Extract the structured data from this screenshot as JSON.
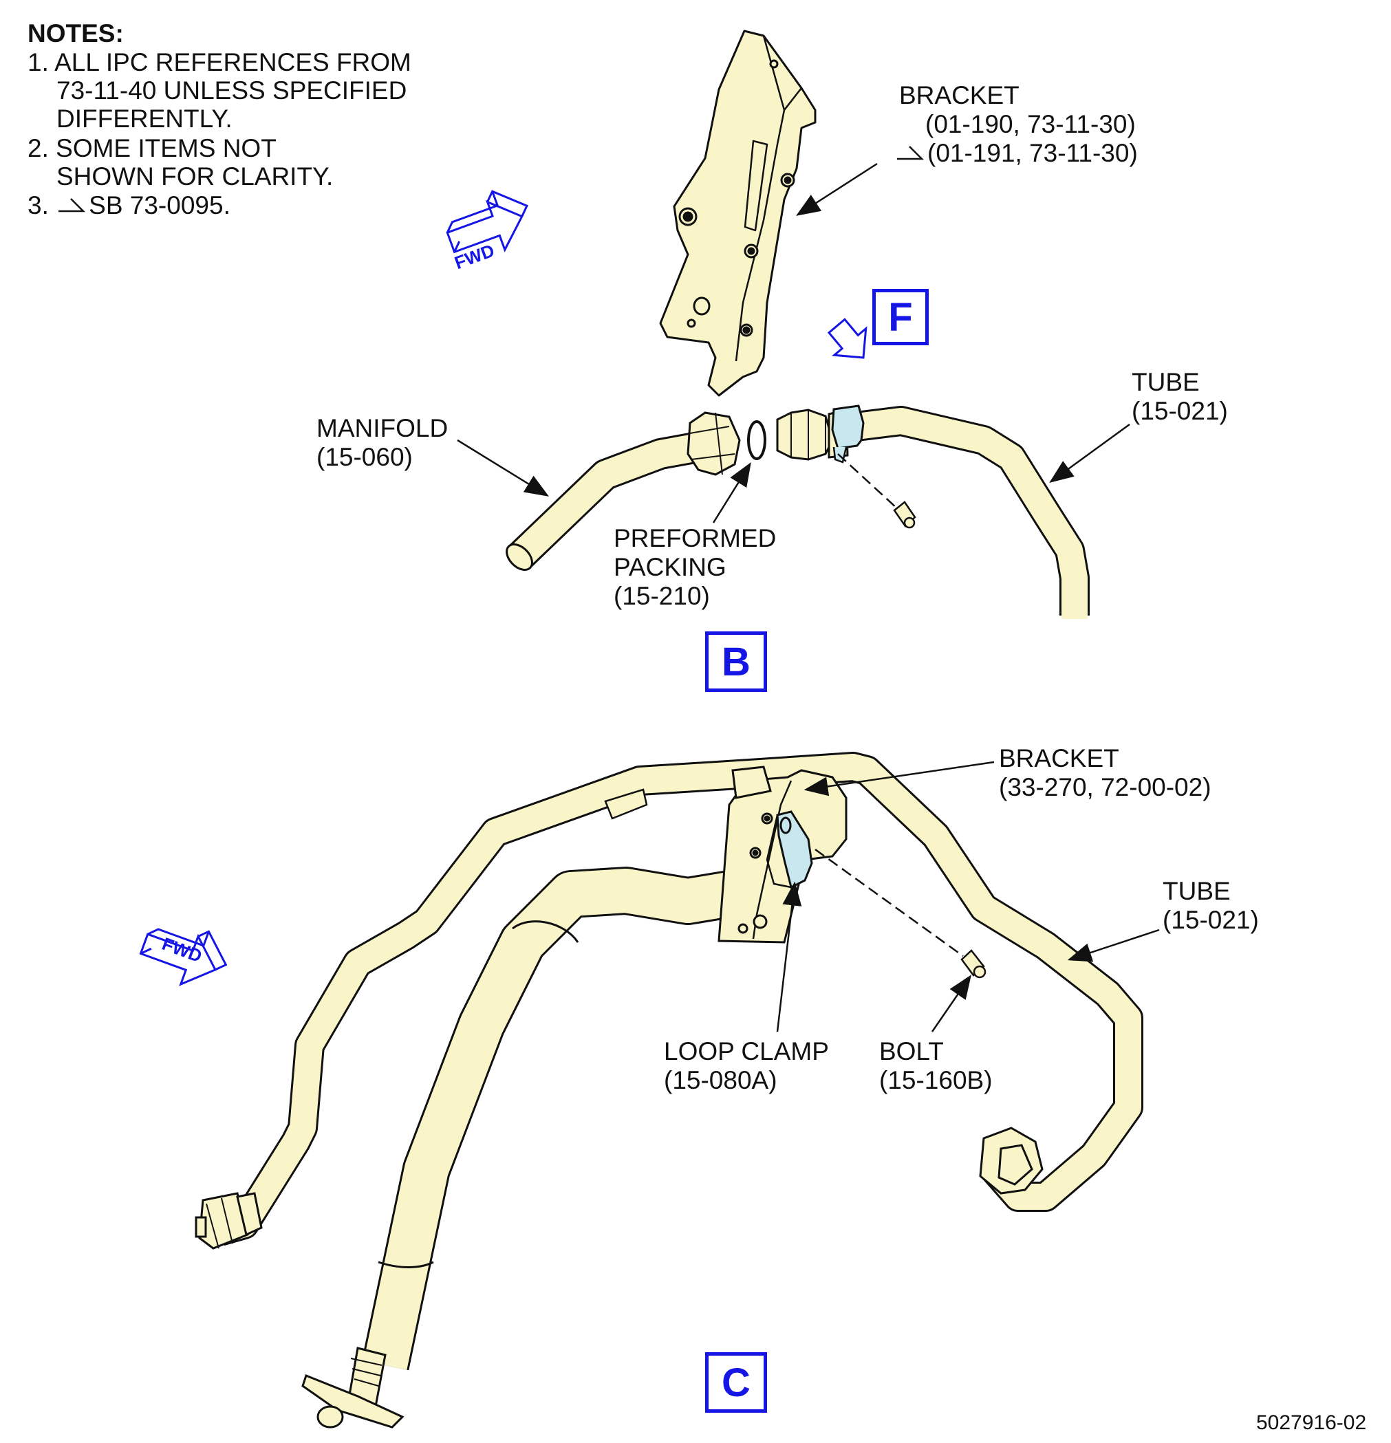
{
  "notes": {
    "title": "NOTES:",
    "items": [
      "1. ALL IPC REFERENCES FROM",
      "73-11-40 UNLESS SPECIFIED",
      "DIFFERENTLY.",
      "2. SOME ITEMS NOT",
      "SHOWN FOR CLARITY.",
      "3.",
      "SB 73-0095."
    ]
  },
  "view_b": {
    "label": "B",
    "fwd": "FWD",
    "view_f": "F",
    "bracket": {
      "name": "BRACKET",
      "ref1": "(01-190, 73-11-30)",
      "ref2": "(01-191, 73-11-30)"
    },
    "tube": {
      "name": "TUBE",
      "ref": "(15-021)"
    },
    "manifold": {
      "name": "MANIFOLD",
      "ref": "(15-060)"
    },
    "packing": {
      "line1": "PREFORMED",
      "line2": "PACKING",
      "ref": "(15-210)"
    }
  },
  "view_c": {
    "label": "C",
    "fwd": "FWD",
    "bracket": {
      "name": "BRACKET",
      "ref": "(33-270, 72-00-02)"
    },
    "tube": {
      "name": "TUBE",
      "ref": "(15-021)"
    },
    "loop_clamp": {
      "name": "LOOP CLAMP",
      "ref": "(15-080A)"
    },
    "bolt": {
      "name": "BOLT",
      "ref": "(15-160B)"
    }
  },
  "drawing_number": "5027916-02",
  "colors": {
    "part_fill": "#faf5c8",
    "clamp_fill": "#c9e7ee",
    "callout_blue": "#1515e6",
    "line": "#111111"
  }
}
